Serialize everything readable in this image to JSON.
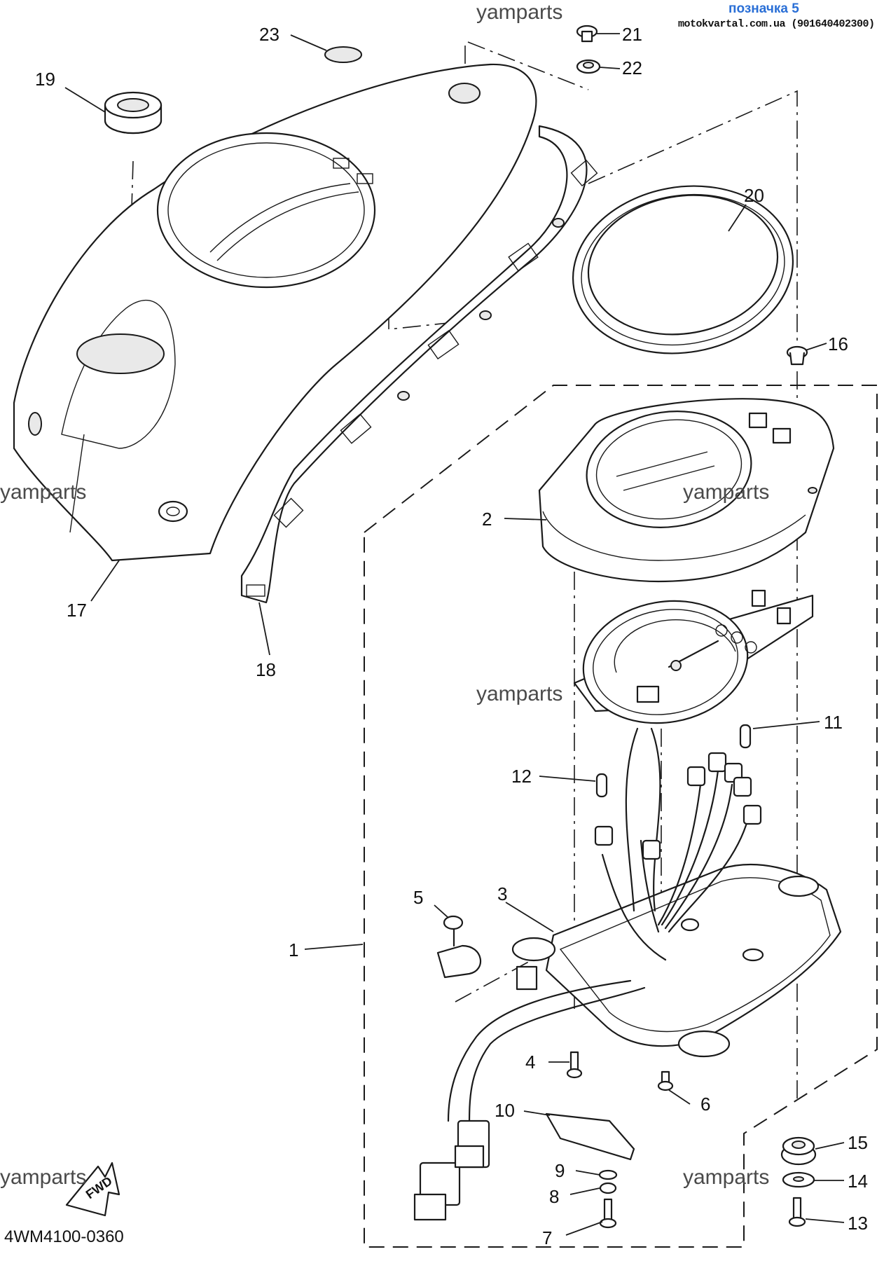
{
  "header": {
    "label": "позначка 5",
    "site": "motokvartal.com.ua (901640402300)"
  },
  "diagram_code": "4WM4100-0360",
  "watermark": "yamparts",
  "fwd_label": "FWD",
  "callouts": {
    "p1": "1",
    "p2": "2",
    "p3": "3",
    "p4": "4",
    "p5": "5",
    "p6": "6",
    "p7": "7",
    "p8": "8",
    "p9": "9",
    "p10": "10",
    "p11": "11",
    "p12": "12",
    "p13": "13",
    "p14": "14",
    "p15": "15",
    "p16": "16",
    "p17": "17",
    "p18": "18",
    "p19": "19",
    "p20": "20",
    "p21": "21",
    "p22": "22",
    "p23": "23"
  }
}
